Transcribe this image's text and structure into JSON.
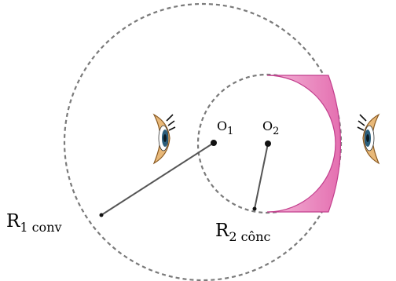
{
  "labels": {
    "o1": {
      "main": "O",
      "sub": "1"
    },
    "o2": {
      "main": "O",
      "sub": "2"
    },
    "r1": {
      "main": "R",
      "sub": "1 conv"
    },
    "r2": {
      "main": "R",
      "sub": "2 cônc"
    }
  },
  "colors": {
    "circle_stroke": "#7a7a7a",
    "line": "#555555",
    "point": "#111111",
    "lens_fill": "#e46fb0",
    "lens_fill_light": "#f4b6d8",
    "lens_stroke": "#c23f8d",
    "eye_skin": "#e8b878",
    "eye_iris": "#2a5d7a"
  },
  "icons": {
    "left_eye": "eye-icon",
    "right_eye": "eye-icon"
  }
}
